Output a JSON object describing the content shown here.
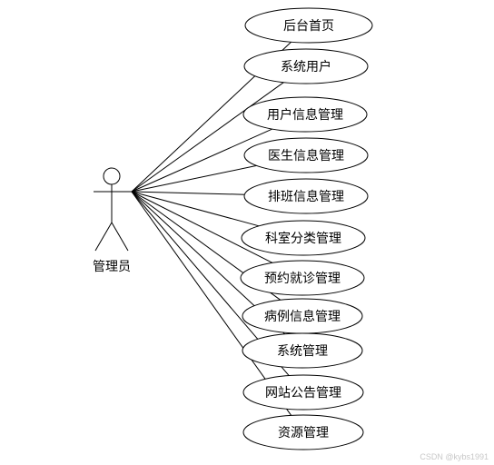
{
  "actor": {
    "name": "管理员"
  },
  "use_cases": [
    {
      "label": "后台首页"
    },
    {
      "label": "系统用户"
    },
    {
      "label": "用户信息管理"
    },
    {
      "label": "医生信息管理"
    },
    {
      "label": "排班信息管理"
    },
    {
      "label": "科室分类管理"
    },
    {
      "label": "预约就诊管理"
    },
    {
      "label": "病例信息管理"
    },
    {
      "label": "系统管理"
    },
    {
      "label": "网站公告管理"
    },
    {
      "label": "资源管理"
    }
  ],
  "watermark": "CSDN @kybs1991"
}
